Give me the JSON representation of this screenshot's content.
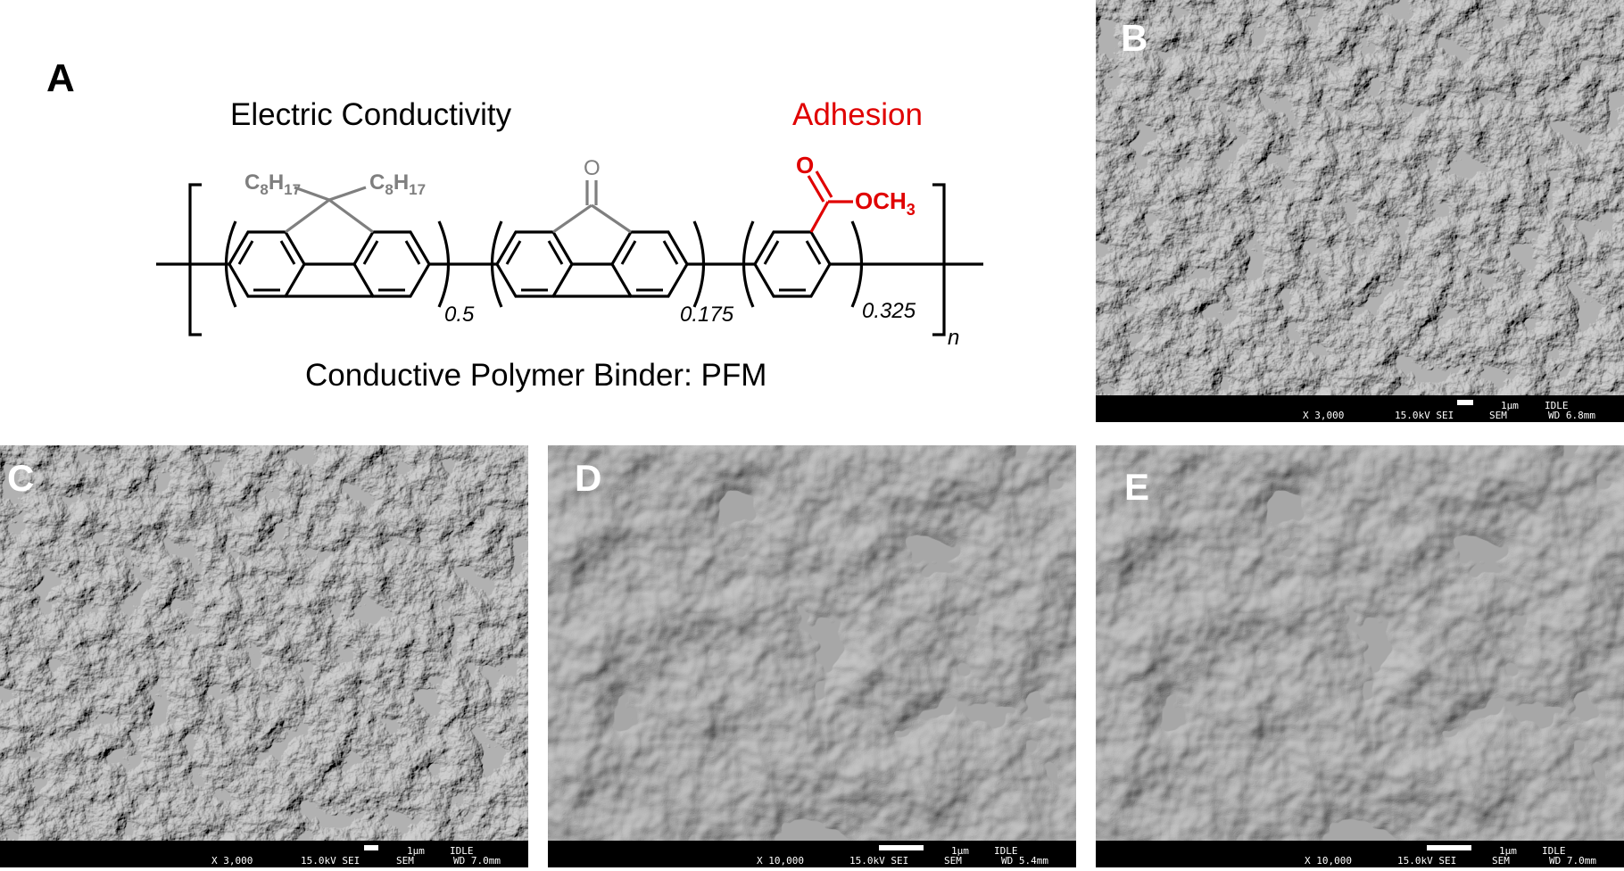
{
  "panel_a": {
    "letter": "A",
    "left_label": "Electric Conductivity",
    "right_label": "Adhesion",
    "caption": "Conductive Polymer Binder: PFM",
    "subscripts": [
      "0.5",
      "0.175",
      "0.325",
      "n"
    ],
    "groups": {
      "alkyl_left": "C8H17",
      "alkyl_right": "C8H17",
      "ketone": "O",
      "ester_o": "O",
      "ester_ome": "OCH3"
    },
    "colors": {
      "gray": "#7f7f7f",
      "red": "#e00000",
      "black": "#000000"
    }
  },
  "panels": [
    {
      "letter": "B",
      "mag": "X 3,000",
      "kv": "15.0kV SEI",
      "mode": "SEM",
      "scale": "1µm",
      "status": "IDLE",
      "wd": "WD 6.8mm"
    },
    {
      "letter": "C",
      "mag": "X 3,000",
      "kv": "15.0kV SEI",
      "mode": "SEM",
      "scale": "1µm",
      "status": "IDLE",
      "wd": "WD 7.0mm"
    },
    {
      "letter": "D",
      "mag": "X 10,000",
      "kv": "15.0kV SEI",
      "mode": "SEM",
      "scale": "1µm",
      "status": "IDLE",
      "wd": "WD 5.4mm"
    },
    {
      "letter": "E",
      "mag": "X 10,000",
      "kv": "15.0kV SEI",
      "mode": "SEM",
      "scale": "1µm",
      "status": "IDLE",
      "wd": "WD 7.0mm"
    }
  ]
}
